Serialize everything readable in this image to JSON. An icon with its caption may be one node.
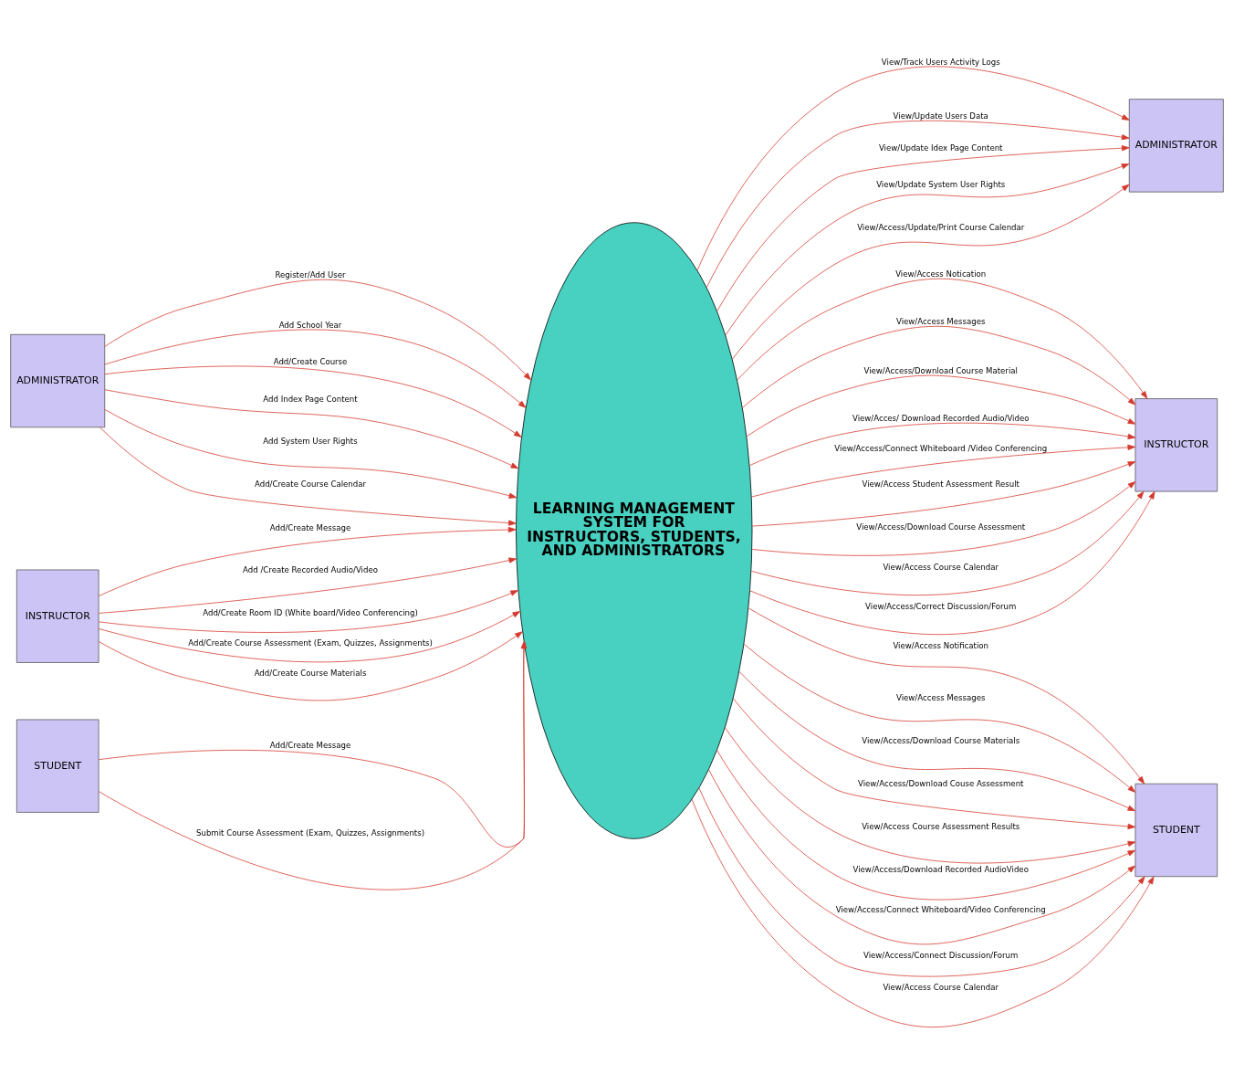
{
  "diagram": {
    "nodes": [
      {
        "text": [
          "ADMINISTRATOR"
        ]
      },
      {
        "text": [
          "INSTRUCTOR"
        ]
      },
      {
        "text": [
          "STUDENT"
        ]
      },
      {
        "text": [
          "LEARNING MANAGEMENT SYSTEM FOR INSTRUCTORS, STUDENTS, AND ADMINISTRATORS"
        ]
      },
      {
        "text": [
          "ADMINISTRATOR"
        ]
      },
      {
        "text": [
          "INSTRUCTOR"
        ]
      },
      {
        "text": [
          "STUDENT"
        ]
      }
    ],
    "edges": [
      {
        "from": 0,
        "to": 3,
        "arrow": "to",
        "label": "Register/Add User"
      },
      {
        "from": 0,
        "to": 3,
        "arrow": "to",
        "label": "Add School Year"
      },
      {
        "from": 0,
        "to": 3,
        "arrow": "to",
        "label": "Add/Create Course"
      },
      {
        "from": 0,
        "to": 3,
        "arrow": "to",
        "label": "Add Index Page Content"
      },
      {
        "from": 0,
        "to": 3,
        "arrow": "to",
        "label": "Add System User Rights"
      },
      {
        "from": 0,
        "to": 3,
        "arrow": "to",
        "label": "Add/Create Course Calendar"
      },
      {
        "from": 1,
        "to": 3,
        "arrow": "to",
        "label": "Add/Create Message"
      },
      {
        "from": 1,
        "to": 3,
        "arrow": "to",
        "label": "Add /Create Recorded Audio/Video"
      },
      {
        "from": 1,
        "to": 3,
        "arrow": "to",
        "label": "Add/Create Room ID (White board/Video Conferencing)"
      },
      {
        "from": 1,
        "to": 3,
        "arrow": "to",
        "label": "Add/Create Course Assessment (Exam, Quizzes, Assignments)"
      },
      {
        "from": 1,
        "to": 3,
        "arrow": "to",
        "label": "Add/Create Course Materials"
      },
      {
        "from": 2,
        "to": 3,
        "arrow": "to",
        "label": "Add/Create Message"
      },
      {
        "from": 2,
        "to": 3,
        "arrow": "to",
        "label": "Submit Course Assessment (Exam, Quizzes, Assignments)"
      },
      {
        "from": 3,
        "to": 4,
        "arrow": "to",
        "label": "View/Track Users Activity Logs"
      },
      {
        "from": 3,
        "to": 4,
        "arrow": "to",
        "label": "View/Update Users Data"
      },
      {
        "from": 3,
        "to": 4,
        "arrow": "to",
        "label": "View/Update Idex Page Content"
      },
      {
        "from": 3,
        "to": 4,
        "arrow": "to",
        "label": "View/Update System User Rights"
      },
      {
        "from": 3,
        "to": 4,
        "arrow": "to",
        "label": "View/Access/Update/Print Course Calendar"
      },
      {
        "from": 3,
        "to": 5,
        "arrow": "to",
        "label": "View/Access Notication"
      },
      {
        "from": 3,
        "to": 5,
        "arrow": "to",
        "label": "View/Access Messages"
      },
      {
        "from": 3,
        "to": 5,
        "arrow": "to",
        "label": "View/Access/Download Course Material"
      },
      {
        "from": 3,
        "to": 5,
        "arrow": "to",
        "label": "View/Acces/ Download Recorded Audio/Video"
      },
      {
        "from": 3,
        "to": 5,
        "arrow": "to",
        "label": "View/Access/Connect Whiteboard /Video Conferencing"
      },
      {
        "from": 3,
        "to": 5,
        "arrow": "to",
        "label": "View/Access Student Assessment Result"
      },
      {
        "from": 3,
        "to": 5,
        "arrow": "to",
        "label": "View/Access/Download Course Assessment"
      },
      {
        "from": 3,
        "to": 5,
        "arrow": "to",
        "label": "View/Access Course Calendar"
      },
      {
        "from": 3,
        "to": 5,
        "arrow": "to",
        "label": "View/Access/Correct Discussion/Forum"
      },
      {
        "from": 3,
        "to": 6,
        "arrow": "to",
        "label": "View/Access Notification"
      },
      {
        "from": 3,
        "to": 6,
        "arrow": "to",
        "label": "View/Access Messages"
      },
      {
        "from": 3,
        "to": 6,
        "arrow": "to",
        "label": "View/Access/Download Course Materials"
      },
      {
        "from": 3,
        "to": 6,
        "arrow": "to",
        "label": "View/Access/Download Couse Assessment"
      },
      {
        "from": 3,
        "to": 6,
        "arrow": "to",
        "label": "View/Access Course Assessment Results"
      },
      {
        "from": 3,
        "to": 6,
        "arrow": "to",
        "label": "View/Access/Download Recorded AudioVideo"
      },
      {
        "from": 3,
        "to": 6,
        "arrow": "to",
        "label": "View/Access/Connect Whiteboard/Video Conferencing"
      },
      {
        "from": 3,
        "to": 6,
        "arrow": "to",
        "label": "View/Access/Connect Discussion/Forum"
      },
      {
        "from": 3,
        "to": 6,
        "arrow": "to",
        "label": "View/Access Course Calendar"
      }
    ]
  }
}
